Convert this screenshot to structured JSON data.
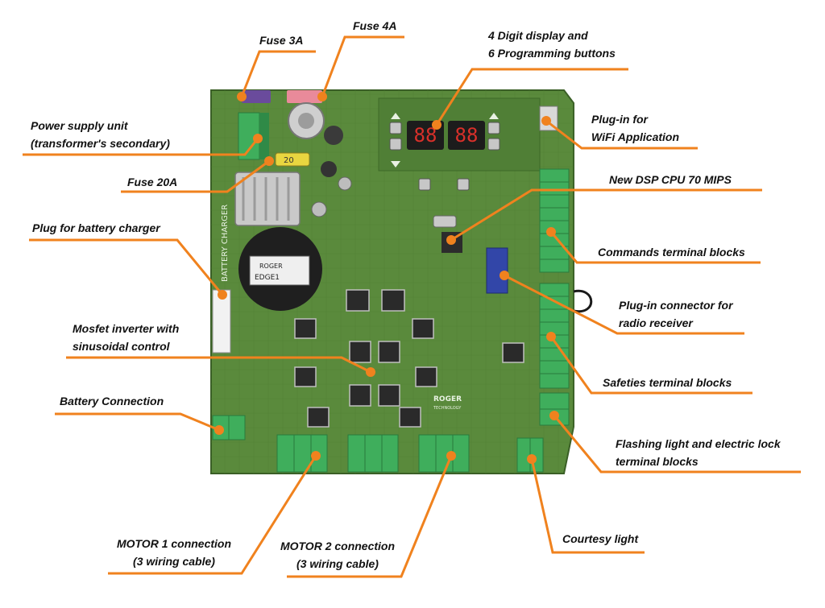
{
  "board": {
    "brand": "ROGER",
    "brand_sub": "TECHNOLOGY",
    "module_label": "EDGE1",
    "fuse20_value": "20",
    "silk_battery": "BATTERY CHARGER"
  },
  "callouts": {
    "fuse_3a": "Fuse 3A",
    "fuse_4a": "Fuse 4A",
    "display_1": "4 Digit display and",
    "display_2": "6 Programming buttons",
    "power_1": "Power supply unit",
    "power_2": "(transformer's secondary)",
    "fuse_20a": "Fuse 20A",
    "plug_battery": "Plug for battery charger",
    "wifi_1": "Plug-in for",
    "wifi_2": "WiFi Application",
    "dsp": "New DSP CPU 70 MIPS",
    "commands": "Commands terminal blocks",
    "radio_1": "Plug-in connector for",
    "radio_2": "radio receiver",
    "mosfet_1": "Mosfet inverter with",
    "mosfet_2": "sinusoidal control",
    "safeties": "Safeties terminal blocks",
    "battery_conn": "Battery Connection",
    "flash_1": "Flashing light and electric lock",
    "flash_2": "terminal blocks",
    "motor1_1": "MOTOR 1 connection",
    "motor1_2": "(3 wiring cable)",
    "motor2_1": "MOTOR 2 connection",
    "motor2_2": "(3 wiring cable)",
    "courtesy": "Courtesy light"
  },
  "colors": {
    "accent": "#f0821e",
    "pcb": "#5a8a3c",
    "pcb_dark": "#3f6b2a",
    "terminal": "#3fae5c",
    "text": "#111111"
  }
}
